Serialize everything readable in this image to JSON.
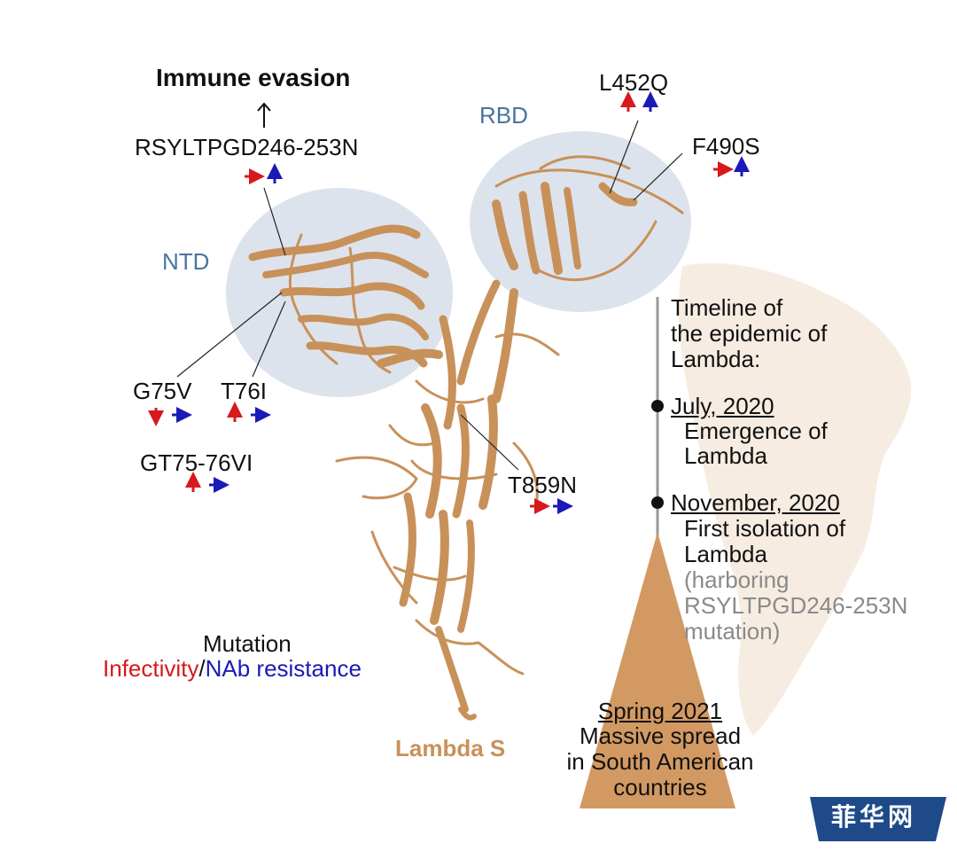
{
  "title": "Immune evasion",
  "regions": {
    "ntd": "NTD",
    "rbd": "RBD"
  },
  "protein_label": "Lambda S",
  "mutations": {
    "rsyl": "RSYLTPGD246-253N",
    "g75v": "G75V",
    "t76i": "T76I",
    "gt75": "GT75-76VI",
    "l452q": "L452Q",
    "f490s": "F490S",
    "t859n": "T859N"
  },
  "legend": {
    "title": "Mutation",
    "infectivity": "Infectivity",
    "separator": "/",
    "nab": "NAb resistance"
  },
  "timeline": {
    "title_lines": [
      "Timeline of",
      "the epidemic of",
      "Lambda:"
    ],
    "events": [
      {
        "date": "July, 2020",
        "lines": [
          "Emergence of",
          "Lambda"
        ]
      },
      {
        "date": "November, 2020",
        "lines": [
          "First isolation of",
          "Lambda"
        ],
        "note_lines": [
          "(harboring",
          "RSYLTPGD246-253N",
          "mutation)"
        ]
      }
    ],
    "spread": {
      "date": "Spring 2021",
      "lines": [
        "Massive spread",
        "in South American",
        "countries"
      ]
    }
  },
  "watermark": "菲华网",
  "colors": {
    "infectivity": "#d7191c",
    "nab": "#1a1ab8",
    "protein": "#c8915a",
    "region_fill": "#dde3ec",
    "region_label": "#4a74a0",
    "wedge": "#d29a62",
    "map": "#f7ece2",
    "watermark_bg": "#1f4a8a"
  }
}
